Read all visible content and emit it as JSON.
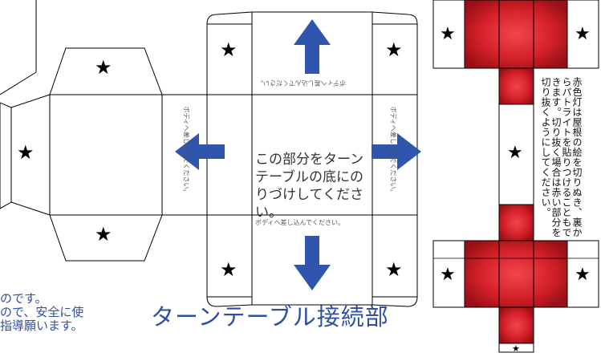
{
  "sheet": {
    "title": "ターンテーブル接続部",
    "center_instruction": "この部分をターンテーブルの底にのりづけしてください。",
    "flap_label": "ボディへ差し込んでください。",
    "left_note_lines": [
      "のです。",
      "ので、安全に使",
      "指導願います。"
    ],
    "side_note": "赤色灯は屋根の絵を切りぬき、裏からパトライトを貼りつけることもできます。切り抜く場合は赤い部分を切り抜くようにしてください。",
    "star_glyph": "★",
    "arrow_color": "#2f55ad",
    "light_red": "#d4202a",
    "light_dark": "#8e0f14"
  }
}
